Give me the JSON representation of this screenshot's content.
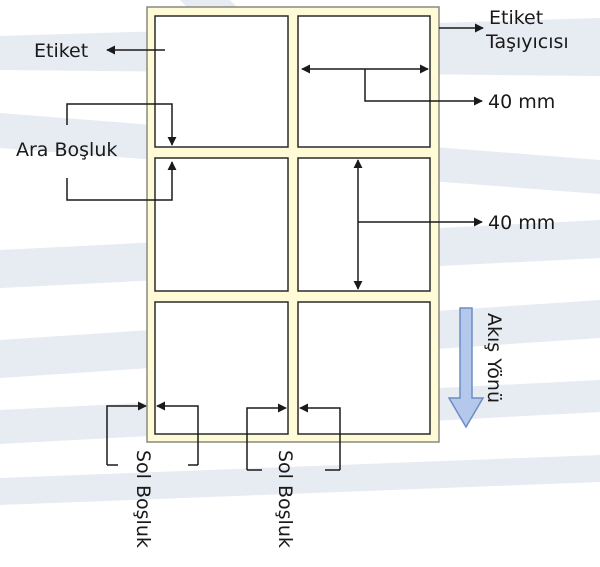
{
  "labels": {
    "etiket": "Etiket",
    "carrier_line1": "Etiket",
    "carrier_line2": "Taşıyıcısı",
    "width_dim": "40 mm",
    "height_dim": "40 mm",
    "gap": "Ara Boşluk",
    "flow_direction": "Akış Yönü",
    "left_margin_1": "Sol Boşluk",
    "left_margin_2": "Sol Boşluk"
  },
  "colors": {
    "carrier_fill": "#fefbd6",
    "carrier_border": "#8a8a80",
    "label_fill": "#ffffff",
    "label_border": "#2a2a2a",
    "arrow": "#1a1a1a",
    "flow_arrow_fill": "#b4c8ec",
    "flow_arrow_stroke": "#6d8dc4",
    "watermark_band": "#e7ebf2"
  },
  "icons": {
    "flow_direction": "down-arrow-icon"
  }
}
